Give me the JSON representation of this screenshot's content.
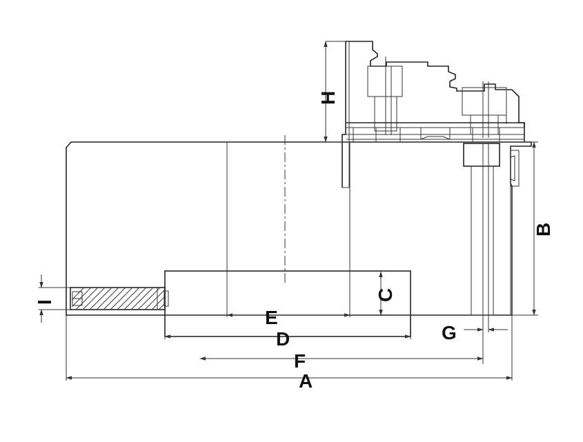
{
  "drawing": {
    "labels": {
      "A": "A",
      "B": "B",
      "C": "C",
      "D": "D",
      "E": "E",
      "F": "F",
      "G": "G",
      "H": "H",
      "I": "I"
    }
  }
}
